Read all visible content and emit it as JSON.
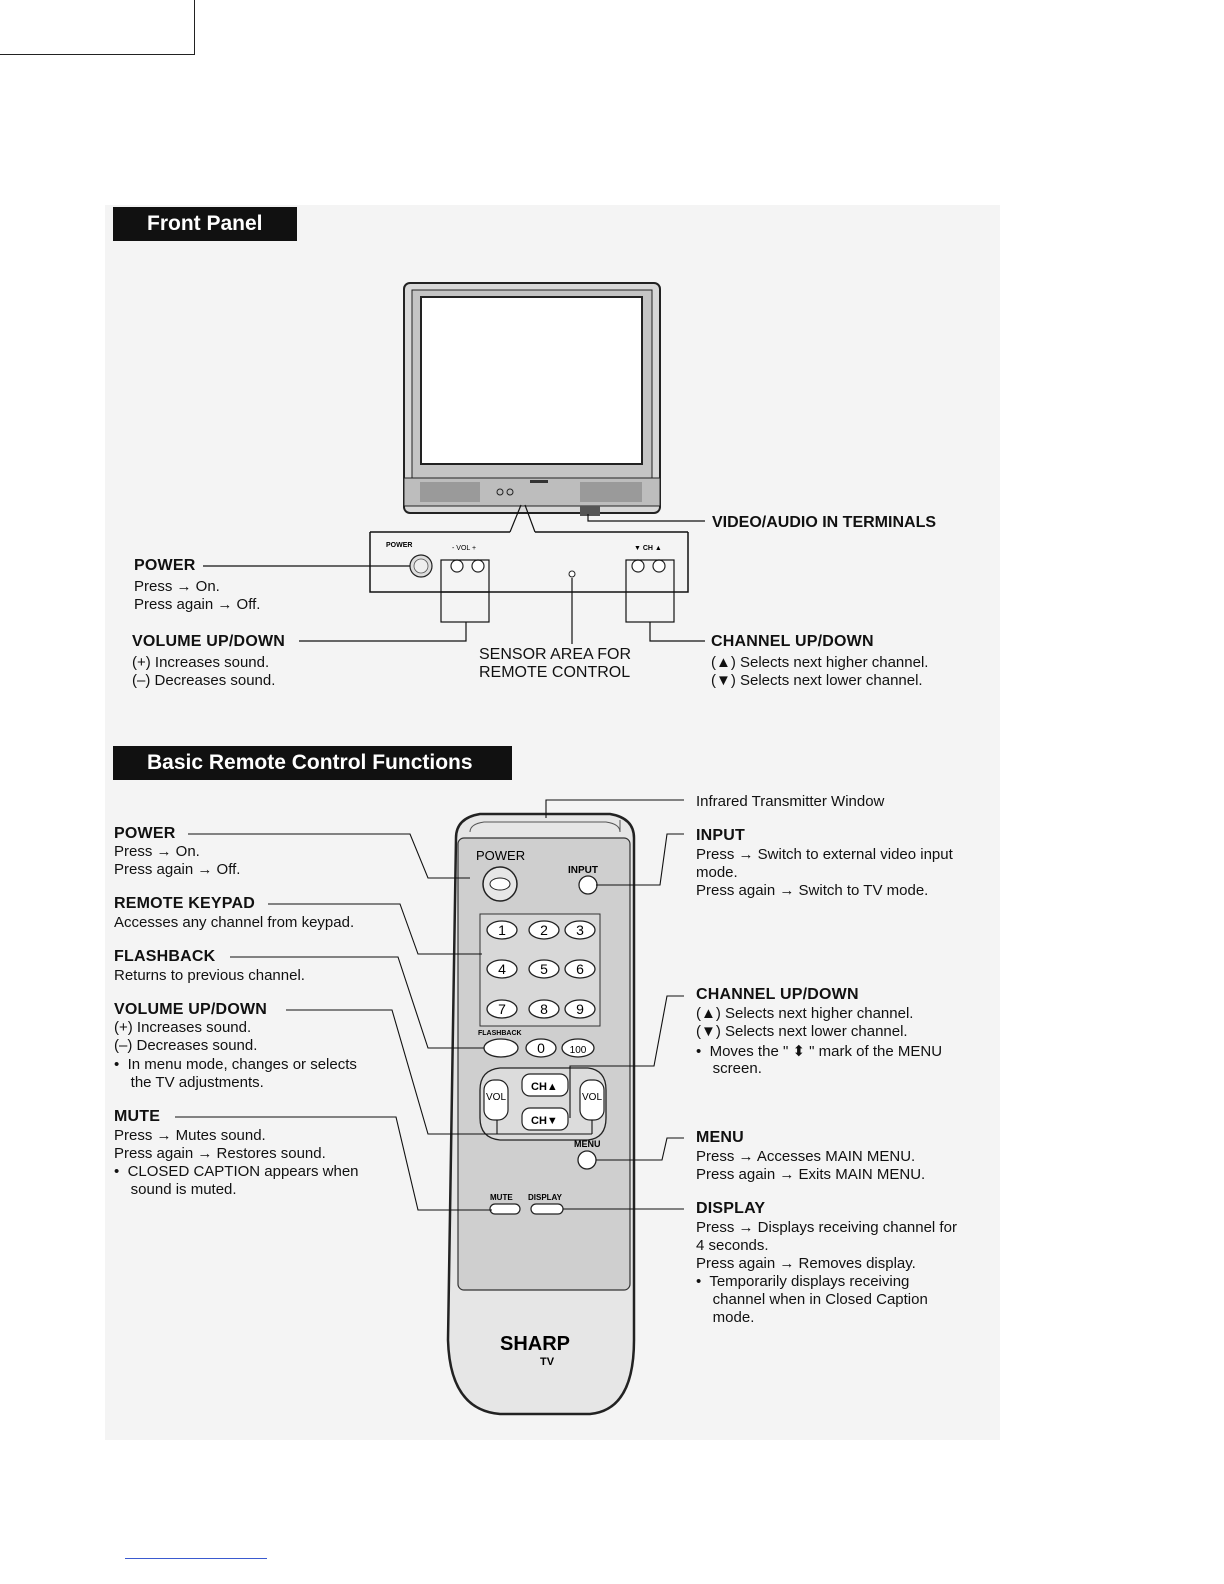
{
  "front_panel": {
    "header": "Front Panel",
    "panel_labels": {
      "power": "POWER",
      "vol": "- VOL +",
      "ch": "▼ CH ▲"
    },
    "video_audio": "VIDEO/AUDIO IN TERMINALS",
    "power": {
      "title": "POWER",
      "lines": [
        "Press → On.",
        "Press again → Off."
      ]
    },
    "volume": {
      "title": "VOLUME UP/DOWN",
      "lines": [
        "(+) Increases sound.",
        "(–) Decreases sound."
      ]
    },
    "sensor": {
      "lines": [
        "SENSOR AREA FOR",
        "REMOTE CONTROL"
      ]
    },
    "channel": {
      "title": "CHANNEL UP/DOWN",
      "lines": [
        "(▲) Selects next higher channel.",
        "(▼) Selects next lower channel."
      ]
    }
  },
  "remote": {
    "header": "Basic Remote Control Functions",
    "buttons": {
      "power": "POWER",
      "input": "INPUT",
      "flashback": "FLASHBACK",
      "keys": [
        "1",
        "2",
        "3",
        "4",
        "5",
        "6",
        "7",
        "8",
        "9",
        "0",
        "100"
      ],
      "ch_up": "CH▲",
      "ch_down": "CH▼",
      "vol": "VOL",
      "menu": "MENU",
      "mute": "MUTE",
      "display": "DISPLAY",
      "brand": "SHARP",
      "brand_sub": "TV"
    },
    "left": {
      "power": {
        "title": "POWER",
        "lines": [
          "Press → On.",
          "Press again → Off."
        ]
      },
      "keypad": {
        "title": "REMOTE KEYPAD",
        "lines": [
          "Accesses any channel from keypad."
        ]
      },
      "flashback": {
        "title": "FLASHBACK",
        "lines": [
          "Returns to previous channel."
        ]
      },
      "volume": {
        "title": "VOLUME UP/DOWN",
        "lines": [
          "(+) Increases sound.",
          "(–) Decreases sound.",
          "•  In menu mode, changes or selects",
          "    the TV adjustments."
        ]
      },
      "mute": {
        "title": "MUTE",
        "lines": [
          "Press → Mutes sound.",
          "Press again → Restores sound.",
          "•  CLOSED CAPTION appears when",
          "    sound is muted."
        ]
      }
    },
    "right": {
      "infrared": "Infrared Transmitter Window",
      "input": {
        "title": "INPUT",
        "lines": [
          "Press → Switch to external video input",
          "mode.",
          "Press again → Switch to TV mode."
        ]
      },
      "channel": {
        "title": "CHANNEL UP/DOWN",
        "lines": [
          "(▲) Selects next higher channel.",
          "(▼) Selects next lower channel.",
          "•  Moves the \" ⬍ \" mark of the MENU",
          "    screen."
        ]
      },
      "menu": {
        "title": "MENU",
        "lines": [
          "Press → Accesses MAIN MENU.",
          "Press again → Exits MAIN MENU."
        ]
      },
      "display": {
        "title": "DISPLAY",
        "lines": [
          "Press → Displays receiving channel for",
          "4 seconds.",
          "Press again → Removes display.",
          "•  Temporarily displays receiving",
          "    channel when in Closed Caption",
          "    mode."
        ]
      }
    }
  }
}
